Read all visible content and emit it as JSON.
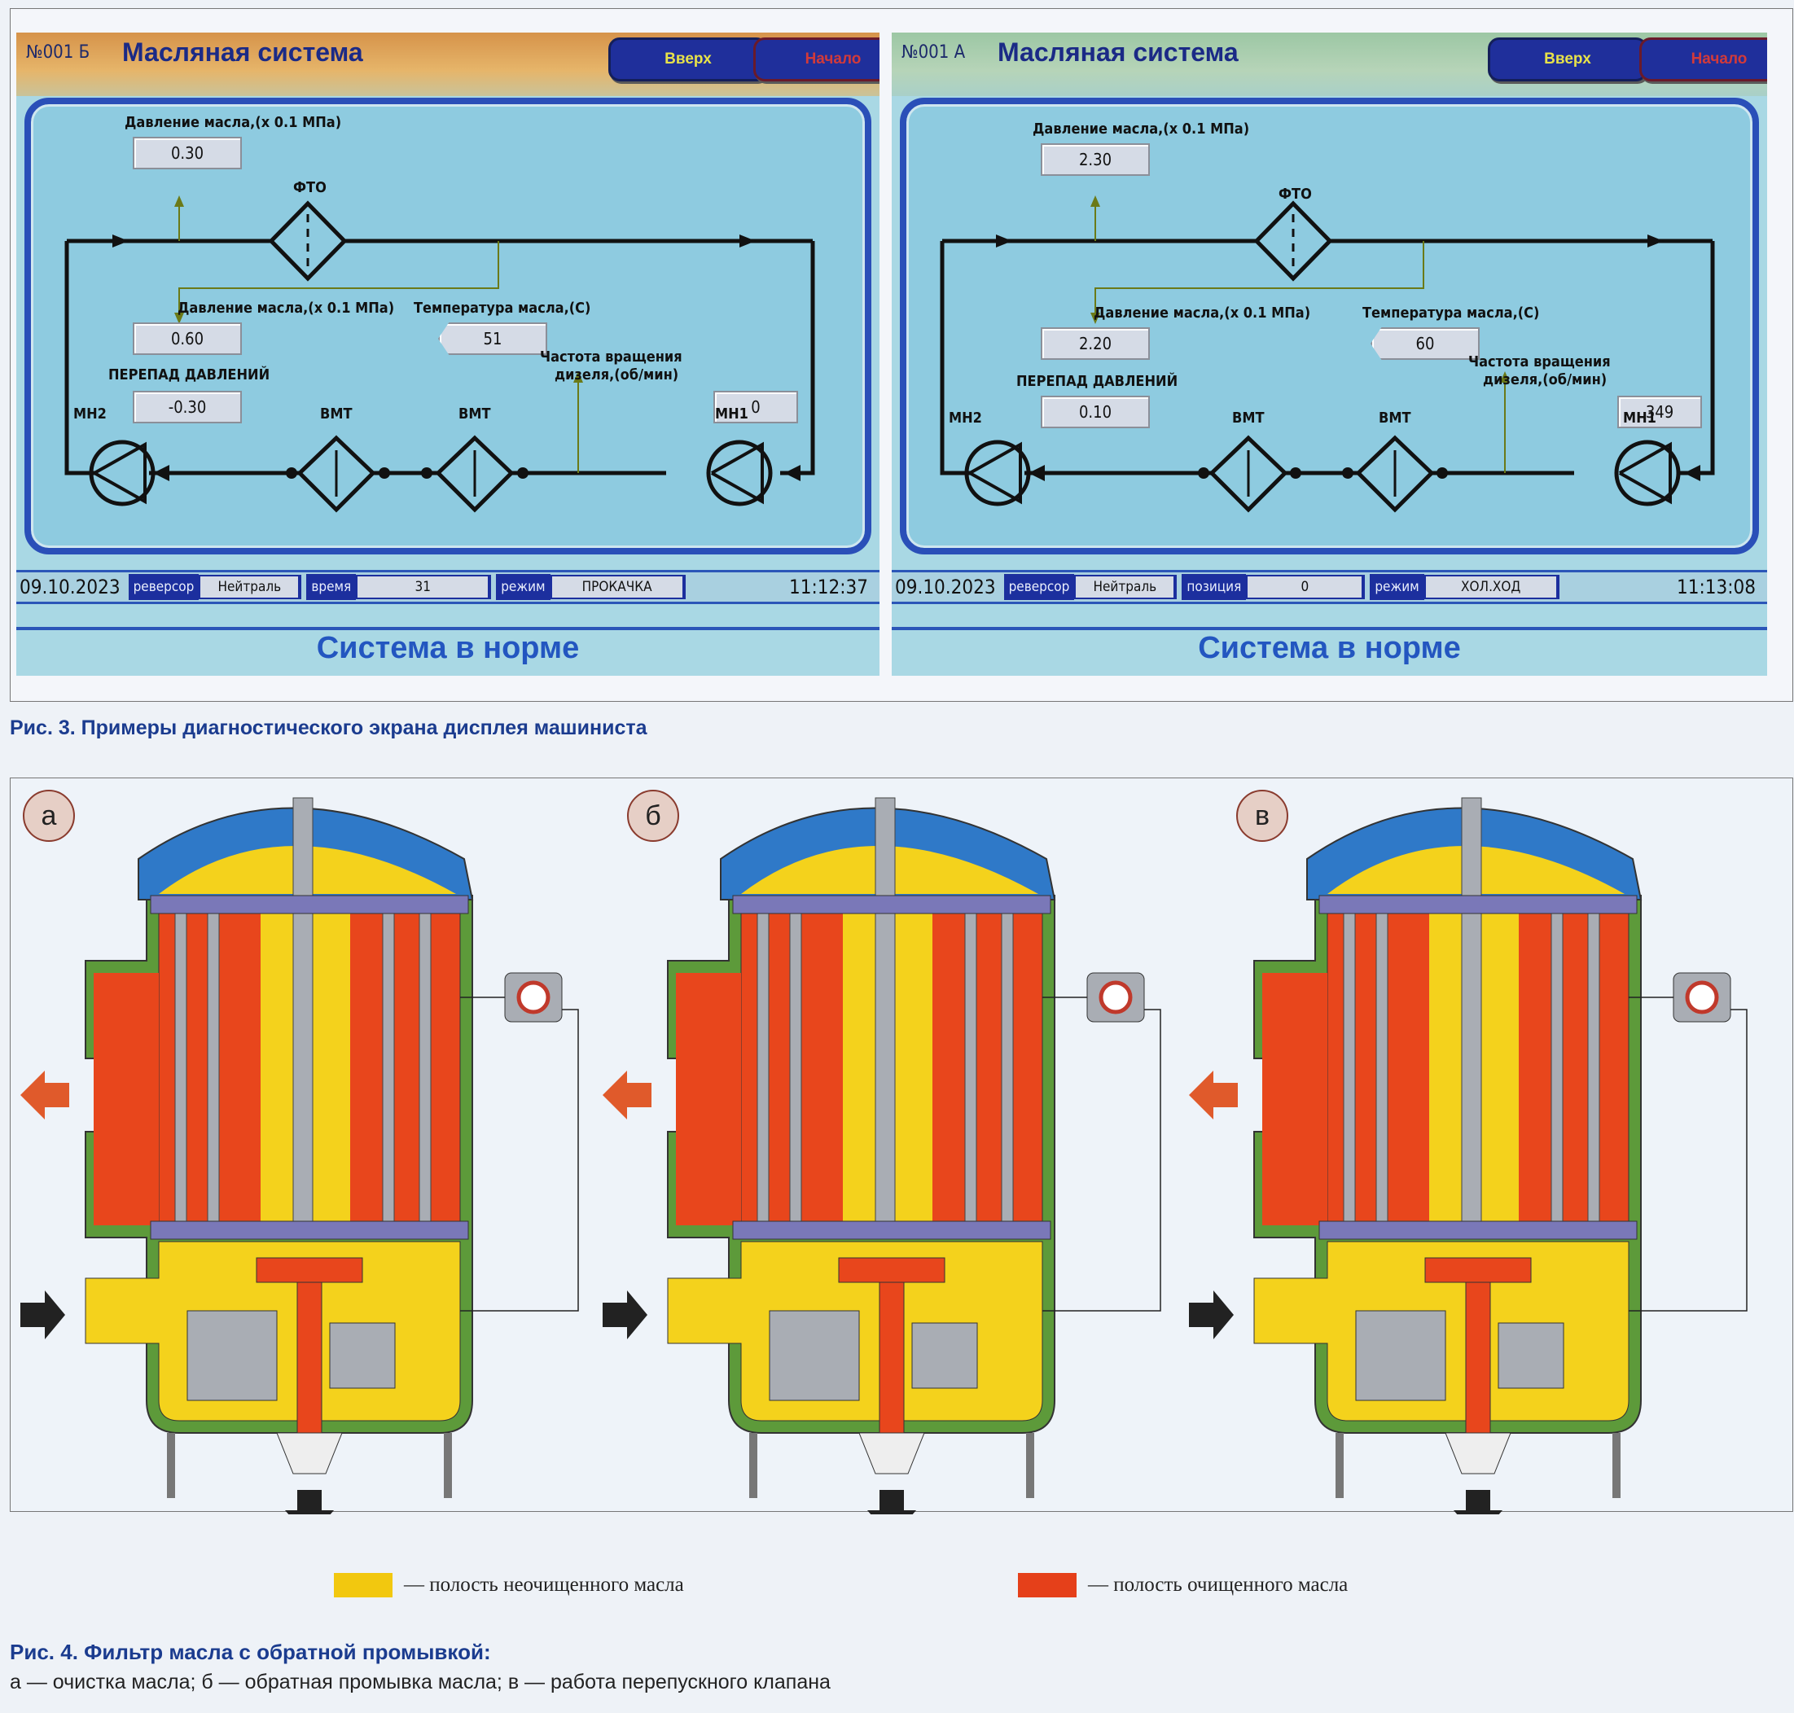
{
  "screens": [
    {
      "id": "№001 Б",
      "title": "Масляная система",
      "btn_up": "Вверх",
      "btn_home": "Начало",
      "header_color": "#d6934a",
      "p1_label": "Давление масла,(х 0.1 МПа)",
      "p1_value": "0.30",
      "fto_label": "ФТО",
      "p2_label": "Давление масла,(х 0.1 МПа)",
      "p2_value": "0.60",
      "temp_label": "Температура масла,(С)",
      "temp_value": "51",
      "dp_label": "ПЕРЕПАД ДАВЛЕНИЙ",
      "dp_value": "-0.30",
      "rpm_label_1": "Частота вращения",
      "rpm_label_2": "дизеля,(об/мин)",
      "rpm_value": "0",
      "pump_left": "МН2",
      "pump_right": "МН1",
      "hx_1": "ВМТ",
      "hx_2": "ВМТ",
      "status": {
        "date": "09.10.2023",
        "k1": "реверсор",
        "v1": "Нейтраль",
        "k2": "время",
        "v2": "31",
        "k3": "режим",
        "v3": "ПРОКАЧКА",
        "time": "11:12:37"
      },
      "system_state": "Система в норме"
    },
    {
      "id": "№001 А",
      "title": "Масляная система",
      "btn_up": "Вверх",
      "btn_home": "Начало",
      "header_color": "#9cc7a4",
      "p1_label": "Давление масла,(х 0.1 МПа)",
      "p1_value": "2.30",
      "fto_label": "ФТО",
      "p2_label": "Давление масла,(х 0.1 МПа)",
      "p2_value": "2.20",
      "temp_label": "Температура масла,(С)",
      "temp_value": "60",
      "dp_label": "ПЕРЕПАД ДАВЛЕНИЙ",
      "dp_value": "0.10",
      "rpm_label_1": "Частота вращения",
      "rpm_label_2": "дизеля,(об/мин)",
      "rpm_value": "349",
      "pump_left": "МН2",
      "pump_right": "МН1",
      "hx_1": "ВМТ",
      "hx_2": "ВМТ",
      "status": {
        "date": "09.10.2023",
        "k1": "реверсор",
        "v1": "Нейтраль",
        "k2": "позиция",
        "v2": "0",
        "k3": "режим",
        "v3": "ХОЛ.ХОД",
        "time": "11:13:08"
      },
      "system_state": "Система в норме"
    }
  ],
  "caption3": "Рис. 3. Примеры диагностического экрана дисплея машиниста",
  "fig4": {
    "panels": [
      {
        "badge": "а"
      },
      {
        "badge": "б"
      },
      {
        "badge": "в"
      }
    ],
    "legend": [
      {
        "color": "#f2c80f",
        "label": "— полость неочищенного масла"
      },
      {
        "color": "#e5401a",
        "label": "— полость очищенного масла"
      }
    ],
    "colors": {
      "uncleaned": "#f4d21c",
      "cleaned": "#e8461c",
      "cover": "#2f79c8",
      "body": "#5d9a3a",
      "metal": "#a9adb4"
    }
  },
  "caption4": "Рис. 4. Фильтр масла с обратной промывкой:",
  "caption4_sub": "а — очистка масла; б — обратная промывка масла; в — работа перепускного клапана"
}
